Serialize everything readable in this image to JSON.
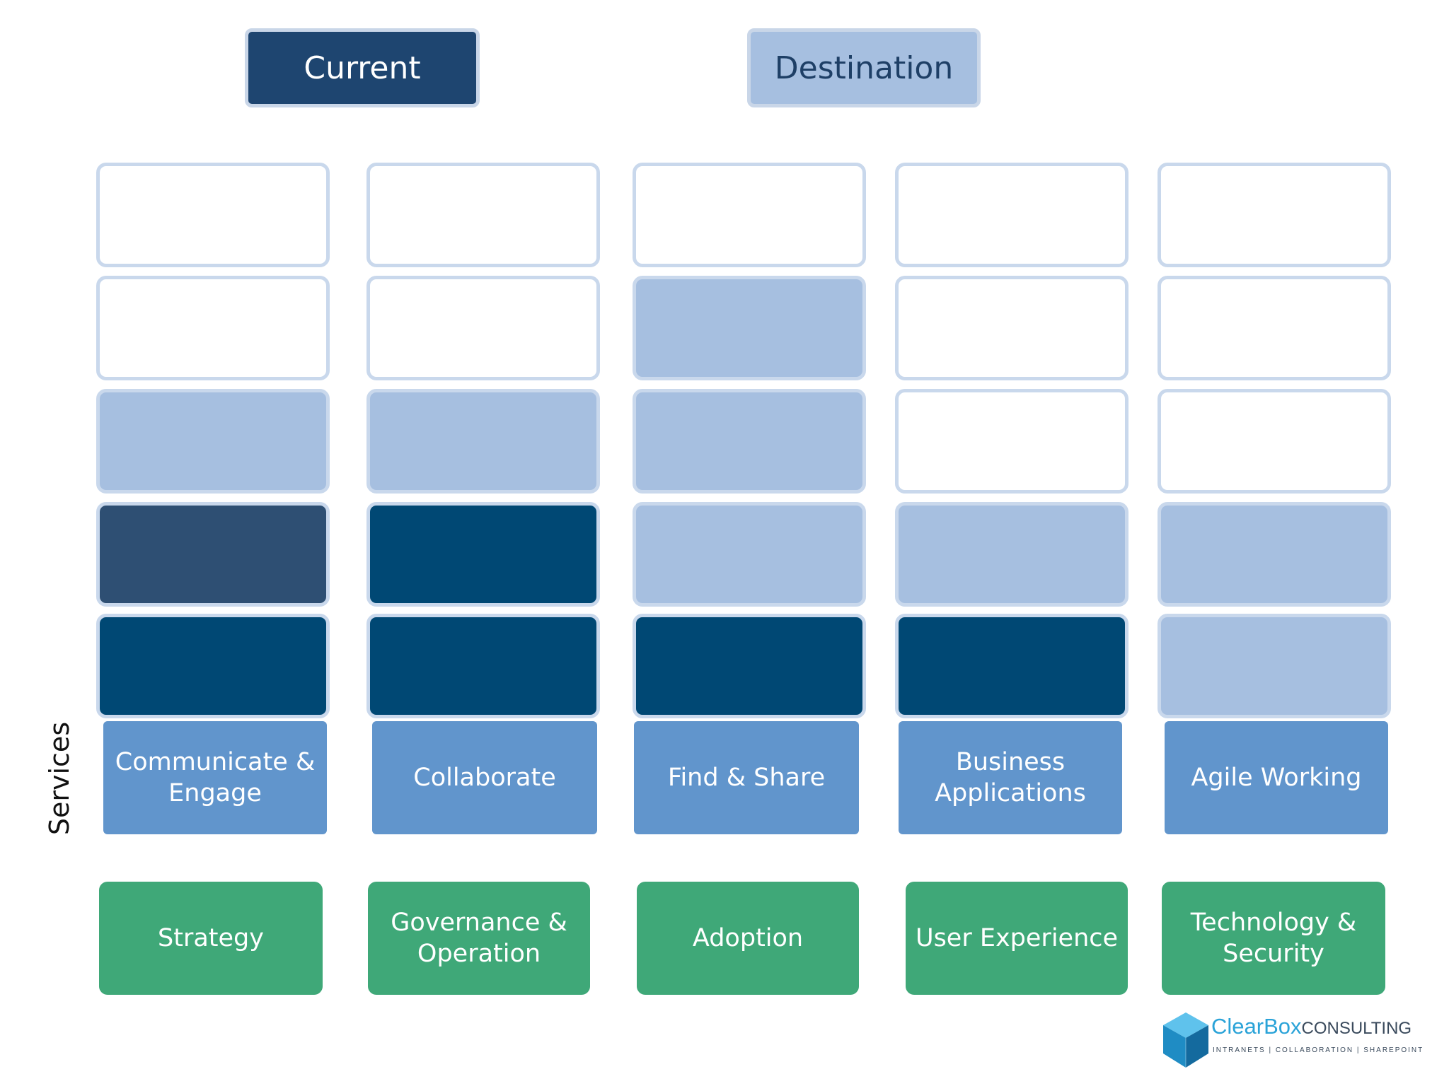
{
  "legend": {
    "current": "Current",
    "destination": "Destination"
  },
  "levels_per_column": 5,
  "columns": [
    {
      "service": "Communicate &\nEngage",
      "foundation": "Strategy",
      "levels_top_to_bottom": [
        "empty",
        "empty",
        "destination",
        "current",
        "achieved"
      ]
    },
    {
      "service": "Collaborate",
      "foundation": "Governance &\nOperation",
      "levels_top_to_bottom": [
        "empty",
        "empty",
        "destination",
        "achieved",
        "achieved"
      ]
    },
    {
      "service": "Find & Share",
      "foundation": "Adoption",
      "levels_top_to_bottom": [
        "empty",
        "destination",
        "destination",
        "destination",
        "achieved"
      ]
    },
    {
      "service": "Business\nApplications",
      "foundation": "User Experience",
      "levels_top_to_bottom": [
        "empty",
        "empty",
        "empty",
        "destination",
        "achieved"
      ]
    },
    {
      "service": "Agile Working",
      "foundation": "Technology &\nSecurity",
      "levels_top_to_bottom": [
        "empty",
        "empty",
        "empty",
        "destination",
        "destination"
      ]
    }
  ],
  "axis_label": "Services",
  "logo": {
    "brand_clear": "ClearBox",
    "brand_consulting": "CONSULTING",
    "tagline": "INTRANETS | COLLABORATION | SHAREPOINT"
  },
  "colors": {
    "current": "#2e4f73",
    "achieved": "#004874",
    "destination": "#a6bfe0",
    "service": "#6195cc",
    "foundation": "#3fa878"
  }
}
